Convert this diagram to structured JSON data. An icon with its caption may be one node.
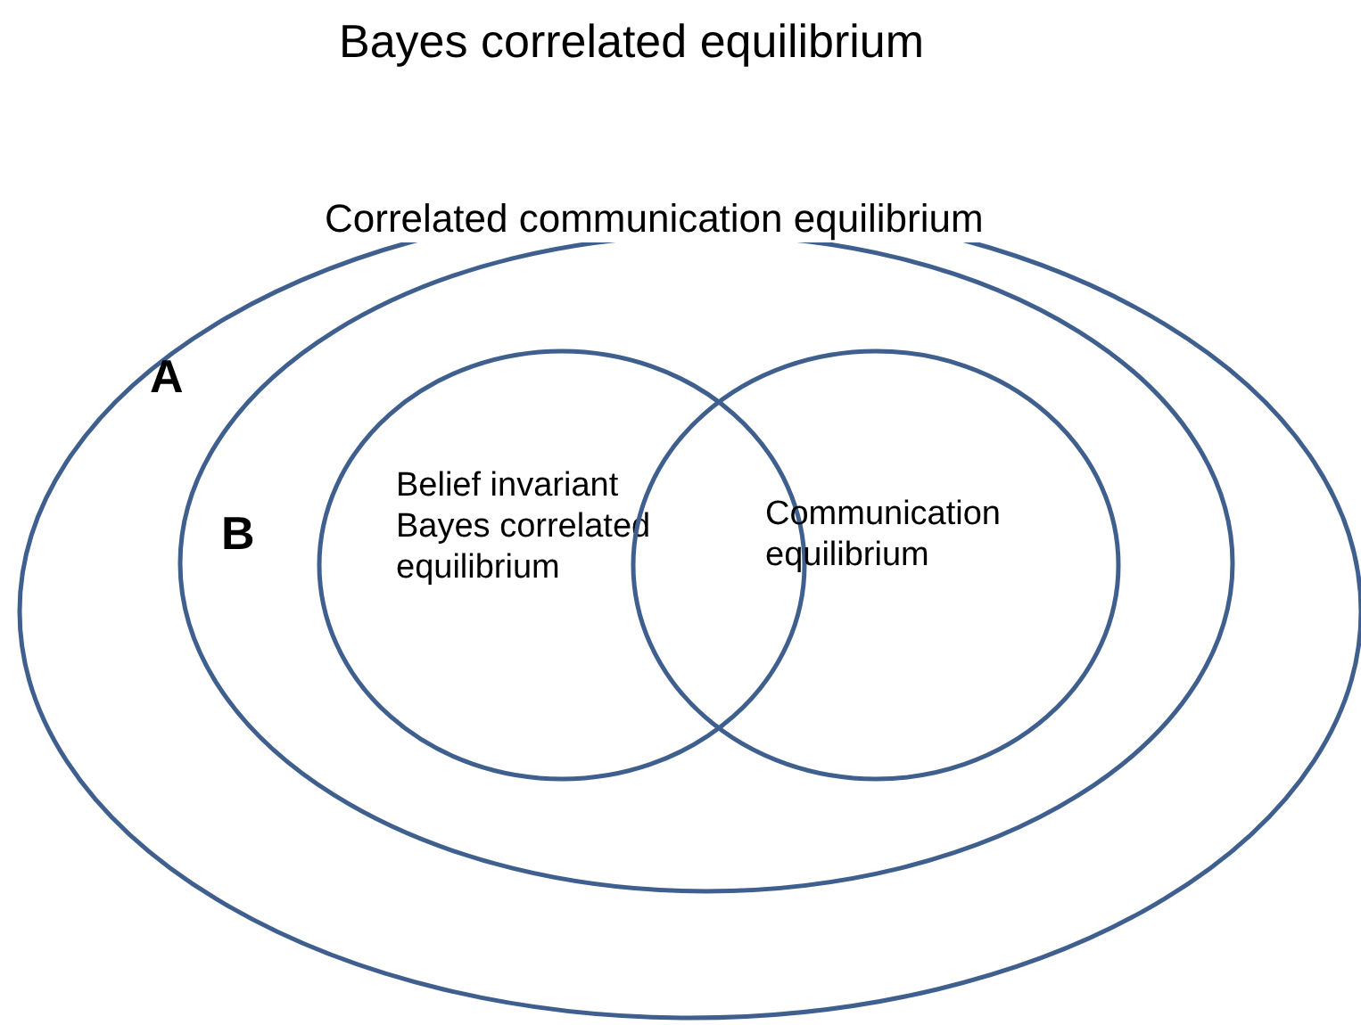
{
  "diagram": {
    "nodes": [
      {
        "text": [
          "Bayes correlated equilibrium"
        ]
      },
      {
        "text": [
          "Correlated communication equilibrium"
        ],
        "in": 0
      },
      {
        "text": [
          "Belief invariant Bayes correlated equilibrium"
        ],
        "in": 1
      },
      {
        "text": [
          "Communication equilibrium"
        ],
        "in": 1
      }
    ],
    "edges": [],
    "labels": [
      "A",
      "B"
    ]
  }
}
